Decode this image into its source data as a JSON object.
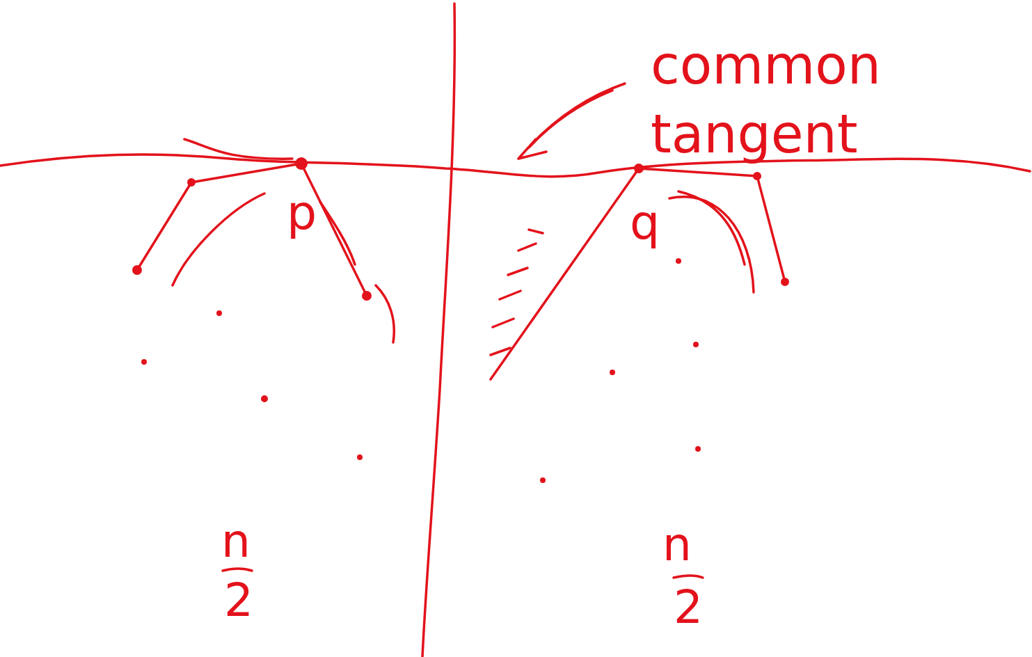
{
  "diagram": {
    "labels": [
      "common tangent",
      "p",
      "q",
      "n",
      "2",
      "n",
      "2"
    ]
  }
}
